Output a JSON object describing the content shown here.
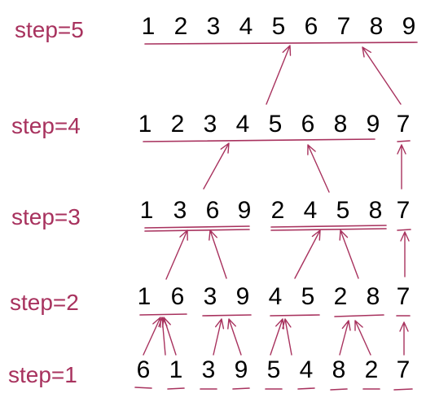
{
  "colors": {
    "label": "#a8325e",
    "ink": "#a8325e",
    "digit": "#000000",
    "background": "#ffffff"
  },
  "rows": [
    {
      "label": "step=5",
      "digits": [
        "1",
        "2",
        "3",
        "4",
        "5",
        "6",
        "7",
        "8",
        "9"
      ]
    },
    {
      "label": "step=4",
      "digits": [
        "1",
        "2",
        "3",
        "4",
        "5",
        "6",
        "8",
        "9",
        "7"
      ]
    },
    {
      "label": "step=3",
      "digits": [
        "1",
        "3",
        "6",
        "9",
        "2",
        "4",
        "5",
        "8",
        "7"
      ]
    },
    {
      "label": "step=2",
      "digits": [
        "1",
        "6",
        "3",
        "9",
        "4",
        "5",
        "2",
        "8",
        "7"
      ]
    },
    {
      "label": "step=1",
      "digits": [
        "6",
        "1",
        "3",
        "9",
        "5",
        "4",
        "8",
        "2",
        "7"
      ]
    }
  ]
}
